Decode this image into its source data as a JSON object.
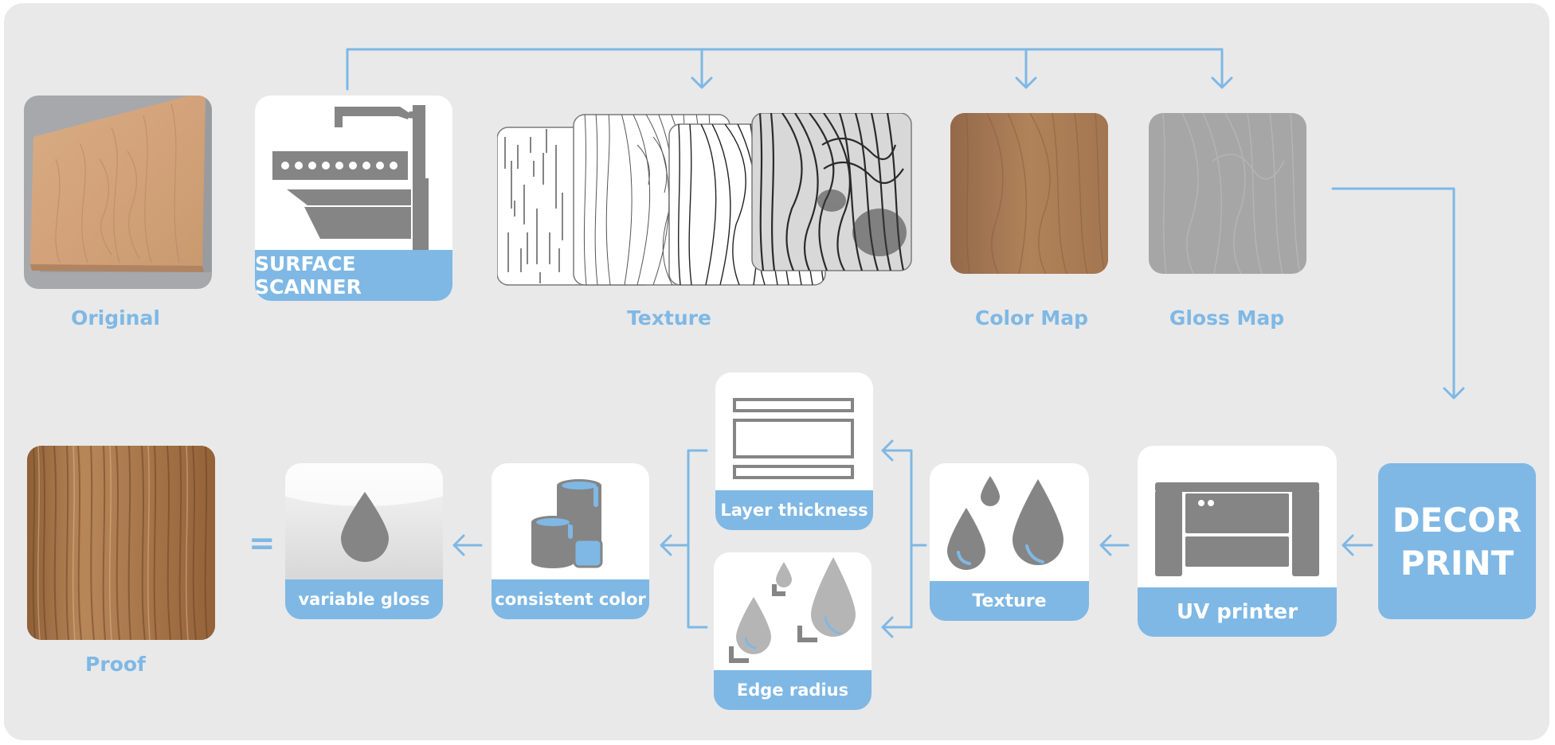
{
  "captions": {
    "original": "Original",
    "texture": "Texture",
    "color_map": "Color Map",
    "gloss_map": "Gloss Map",
    "proof": "Proof"
  },
  "cards": {
    "surface_scanner": "SURFACE SCANNER",
    "decor_print": [
      "DECOR",
      "PRINT"
    ],
    "uv_printer": "UV printer",
    "texture": "Texture",
    "layer_thickness": "Layer thickness",
    "edge_radius": "Edge radius",
    "consistent_color": "consistent color",
    "variable_gloss": "variable gloss"
  },
  "symbols": {
    "equals": "="
  },
  "colors": {
    "accent": "#7fb8e4",
    "panel": "#e9e9ea",
    "icon_gray": "#858585",
    "wood_light": "#d3a57a",
    "wood_color_map": "#a57a51",
    "gloss_gray": "#a6a6a6"
  }
}
